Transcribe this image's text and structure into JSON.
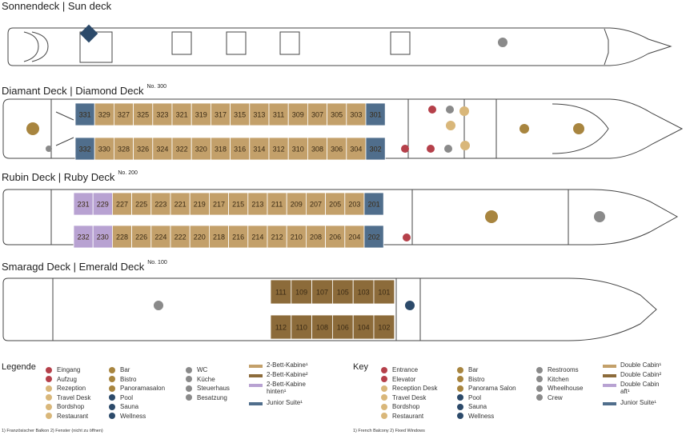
{
  "decks": {
    "sun": {
      "title": "Sonnendeck | Sun deck"
    },
    "diamond": {
      "title": "Diamant Deck | Diamond Deck",
      "no": "No. 300",
      "top": [
        "331",
        "329",
        "327",
        "325",
        "323",
        "321",
        "319",
        "317",
        "315",
        "313",
        "311",
        "309",
        "307",
        "305",
        "303",
        "301"
      ],
      "bottom": [
        "332",
        "330",
        "328",
        "326",
        "324",
        "322",
        "320",
        "318",
        "316",
        "314",
        "312",
        "310",
        "308",
        "306",
        "304",
        "302"
      ]
    },
    "ruby": {
      "title": "Rubin Deck | Ruby Deck",
      "no": "No. 200",
      "top": [
        "231",
        "229",
        "227",
        "225",
        "223",
        "221",
        "219",
        "217",
        "215",
        "213",
        "211",
        "209",
        "207",
        "205",
        "203",
        "201"
      ],
      "bottom": [
        "232",
        "230",
        "228",
        "226",
        "224",
        "222",
        "220",
        "218",
        "216",
        "214",
        "212",
        "210",
        "208",
        "206",
        "204",
        "202"
      ]
    },
    "emerald": {
      "title": "Smaragd Deck | Emerald Deck",
      "no": "No. 100",
      "top": [
        "111",
        "109",
        "107",
        "105",
        "103",
        "101"
      ],
      "bottom": [
        "112",
        "110",
        "108",
        "106",
        "104",
        "102"
      ]
    }
  },
  "colors": {
    "double1": "#c3a06a",
    "double2": "#8c6b3a",
    "rear": "#b8a2d2",
    "junior": "#506e8c",
    "entrance": "#b5404a",
    "elevator": "#b5404a",
    "bronze": "#a8853f",
    "gold": "#c49a4a",
    "tan": "#d9b77a",
    "grey": "#8a8a8a",
    "dark": "#2c4a6a",
    "line": "#444"
  },
  "legend": {
    "de": {
      "heading": "Legende",
      "col1": [
        {
          "label": "Eingang",
          "icon": "entrance-icon",
          "color": "#b5404a"
        },
        {
          "label": "Aufzug",
          "icon": "elevator-icon",
          "color": "#b5404a"
        },
        {
          "label": "Rezeption",
          "icon": "reception-icon",
          "color": "#d9b77a"
        },
        {
          "label": "Travel Desk",
          "icon": "travel-desk-icon",
          "color": "#d9b77a"
        },
        {
          "label": "Bordshop",
          "icon": "shop-icon",
          "color": "#d9b77a"
        },
        {
          "label": "Restaurant",
          "icon": "restaurant-icon",
          "color": "#d9b77a"
        }
      ],
      "col2": [
        {
          "label": "Bar",
          "icon": "bar-icon",
          "color": "#a8853f"
        },
        {
          "label": "Bistro",
          "icon": "bistro-icon",
          "color": "#a8853f"
        },
        {
          "label": "Panoramasalon",
          "icon": "panorama-icon",
          "color": "#a8853f"
        },
        {
          "label": "Pool",
          "icon": "pool-icon",
          "color": "#2c4a6a"
        },
        {
          "label": "Sauna",
          "icon": "sauna-icon",
          "color": "#2c4a6a"
        },
        {
          "label": "Wellness",
          "icon": "wellness-icon",
          "color": "#2c4a6a"
        }
      ],
      "col3": [
        {
          "label": "WC",
          "icon": "restroom-icon",
          "color": "#8a8a8a"
        },
        {
          "label": "Küche",
          "icon": "kitchen-icon",
          "color": "#8a8a8a"
        },
        {
          "label": "Steuerhaus",
          "icon": "wheelhouse-icon",
          "color": "#8a8a8a"
        },
        {
          "label": "Besatzung",
          "icon": "crew-icon",
          "color": "#8a8a8a"
        }
      ],
      "col4": [
        {
          "label": "2-Bett-Kabine¹",
          "color": "#c3a06a"
        },
        {
          "label": "2-Bett-Kabine²",
          "color": "#8c6b3a"
        },
        {
          "label": "2-Bett-Kabine",
          "label2": "hinten¹",
          "color": "#b8a2d2"
        },
        {
          "label": "Junior Suite¹",
          "color": "#506e8c"
        }
      ],
      "footnote": "1) Französischer Balkon    2) Fenster (nicht zu öffnen)"
    },
    "en": {
      "heading": "Key",
      "col1": [
        {
          "label": "Entrance",
          "icon": "entrance-icon",
          "color": "#b5404a"
        },
        {
          "label": "Elevator",
          "icon": "elevator-icon",
          "color": "#b5404a"
        },
        {
          "label": "Reception Desk",
          "icon": "reception-icon",
          "color": "#d9b77a"
        },
        {
          "label": "Travel Desk",
          "icon": "travel-desk-icon",
          "color": "#d9b77a"
        },
        {
          "label": "Bordshop",
          "icon": "shop-icon",
          "color": "#d9b77a"
        },
        {
          "label": "Restaurant",
          "icon": "restaurant-icon",
          "color": "#d9b77a"
        }
      ],
      "col2": [
        {
          "label": "Bar",
          "icon": "bar-icon",
          "color": "#a8853f"
        },
        {
          "label": "Bistro",
          "icon": "bistro-icon",
          "color": "#a8853f"
        },
        {
          "label": "Panorama Salon",
          "icon": "panorama-icon",
          "color": "#a8853f"
        },
        {
          "label": "Pool",
          "icon": "pool-icon",
          "color": "#2c4a6a"
        },
        {
          "label": "Sauna",
          "icon": "sauna-icon",
          "color": "#2c4a6a"
        },
        {
          "label": "Wellness",
          "icon": "wellness-icon",
          "color": "#2c4a6a"
        }
      ],
      "col3": [
        {
          "label": "Restrooms",
          "icon": "restroom-icon",
          "color": "#8a8a8a"
        },
        {
          "label": "Kitchen",
          "icon": "kitchen-icon",
          "color": "#8a8a8a"
        },
        {
          "label": "Wheelhouse",
          "icon": "wheelhouse-icon",
          "color": "#8a8a8a"
        },
        {
          "label": "Crew",
          "icon": "crew-icon",
          "color": "#8a8a8a"
        }
      ],
      "col4": [
        {
          "label": "Double Cabin¹",
          "color": "#c3a06a"
        },
        {
          "label": "Double Cabin²",
          "color": "#8c6b3a"
        },
        {
          "label": "Double Cabin",
          "label2": "aft¹",
          "color": "#b8a2d2"
        },
        {
          "label": "Junior Suite¹",
          "color": "#506e8c"
        }
      ],
      "footnote": "1) French Balcony    2) Fixed Windows"
    }
  }
}
